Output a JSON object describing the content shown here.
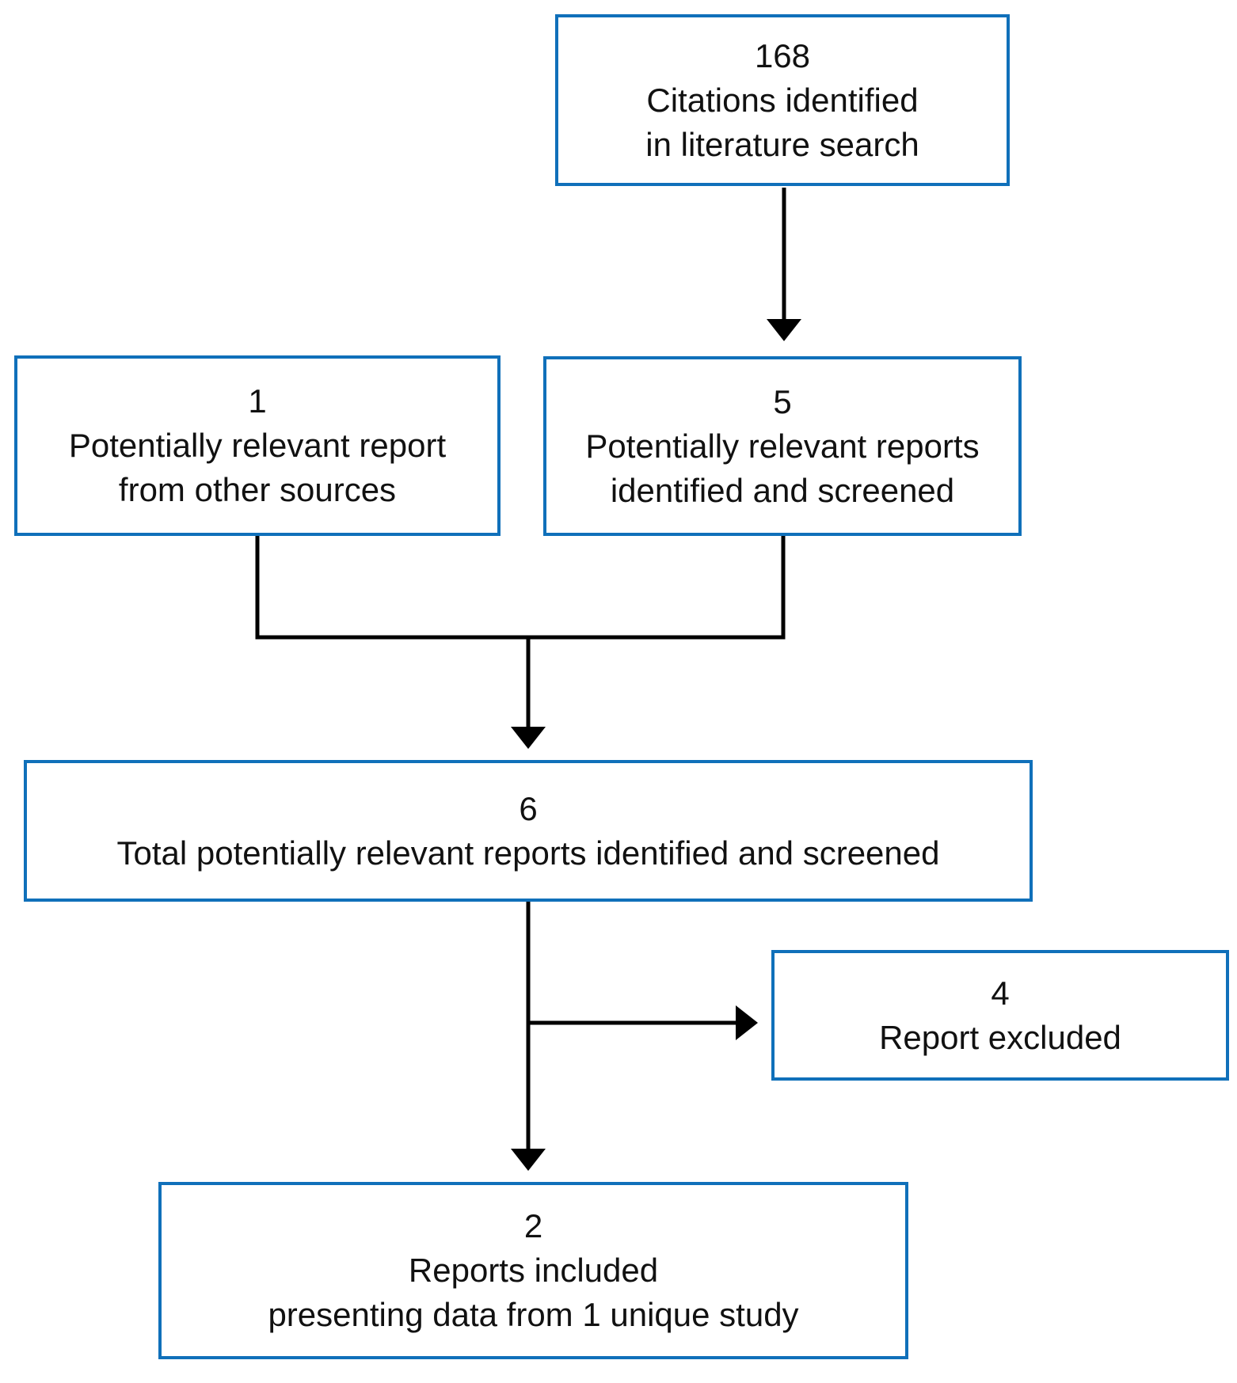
{
  "diagram": {
    "type": "flowchart",
    "background_color": "#ffffff",
    "box_border_color": "#1070ba",
    "connector_color": "#000000",
    "text_color": "#111111",
    "nodes": {
      "citations": {
        "count": "168",
        "lines": [
          "Citations identified",
          "in literature search"
        ]
      },
      "other_sources": {
        "count": "1",
        "lines": [
          "Potentially relevant report",
          "from other sources"
        ]
      },
      "screened": {
        "count": "5",
        "lines": [
          "Potentially relevant reports",
          "identified and screened"
        ]
      },
      "total": {
        "count": "6",
        "lines": [
          "Total potentially relevant reports identified and screened"
        ]
      },
      "excluded": {
        "count": "4",
        "lines": [
          "Report excluded"
        ]
      },
      "included": {
        "count": "2",
        "lines": [
          "Reports included",
          "presenting data from 1 unique study"
        ]
      }
    }
  }
}
